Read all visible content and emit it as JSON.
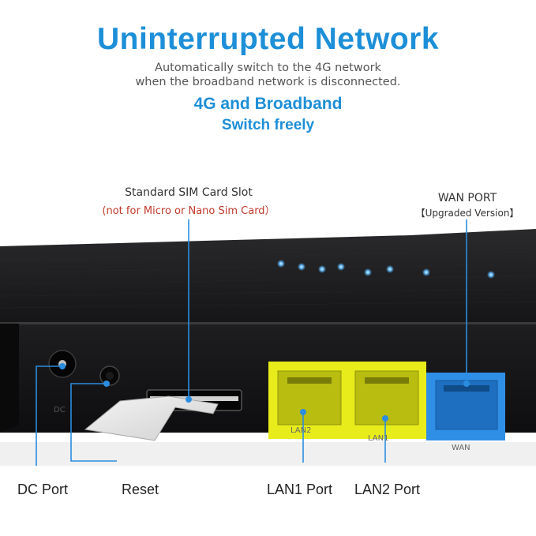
{
  "header": {
    "title": "Uninterrupted Network",
    "subtitle_line1": "Automatically switch to the 4G network",
    "subtitle_line2": "when the broadband network is disconnected.",
    "feature_line1": "4G and Broadband",
    "feature_line2": "Switch freely"
  },
  "callouts": {
    "sim_slot_title": "Standard SIM Card Slot",
    "sim_slot_note": "(not for Micro or Nano Sim Card）",
    "wan_title": "WAN PORT",
    "wan_note": "【Upgraded Version】"
  },
  "device_labels": {
    "lan2_print": "LAN2",
    "lan1_print": "LAN1",
    "wan_print": "WAN",
    "dc_print": "DC"
  },
  "ports": {
    "dc": "DC Port",
    "reset": "Reset",
    "lan1": "LAN1 Port",
    "lan2": "LAN2 Port"
  },
  "colors": {
    "accent": "#1d8fd8",
    "lan_port": "#e8ec1a",
    "wan_port": "#2f8fe6",
    "note_red": "#c0392b",
    "body": "#1c1c1e"
  }
}
